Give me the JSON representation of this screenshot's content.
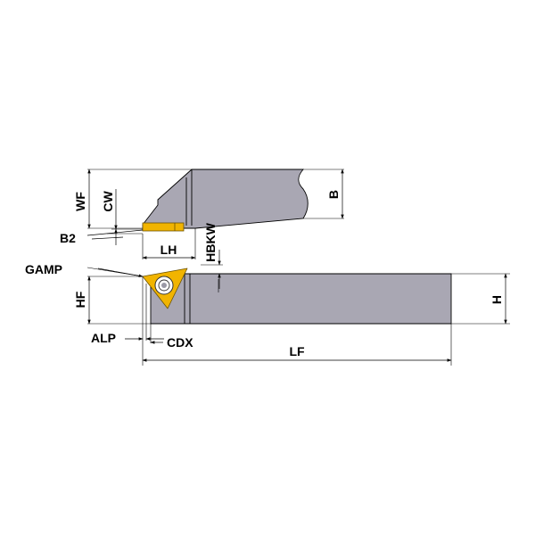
{
  "colors": {
    "holder_body": "#a9a7b3",
    "holder_shadow": "#8f8d9a",
    "insert_gold": "#f1b400",
    "insert_edge": "#6b5200",
    "screw_center": "#9a99a6",
    "line": "#000000",
    "background": "#ffffff"
  },
  "labels": {
    "wf": "WF",
    "cw": "CW",
    "b": "B",
    "b2": "B2",
    "lh": "LH",
    "hbkw": "HBKW",
    "gamp": "GAMP",
    "hf": "HF",
    "h": "H",
    "alp": "ALP",
    "cdx": "CDX",
    "lf": "LF"
  },
  "icons": {
    "screw": "torx-screw-icon",
    "insert": "triangular-thread-insert-icon"
  }
}
